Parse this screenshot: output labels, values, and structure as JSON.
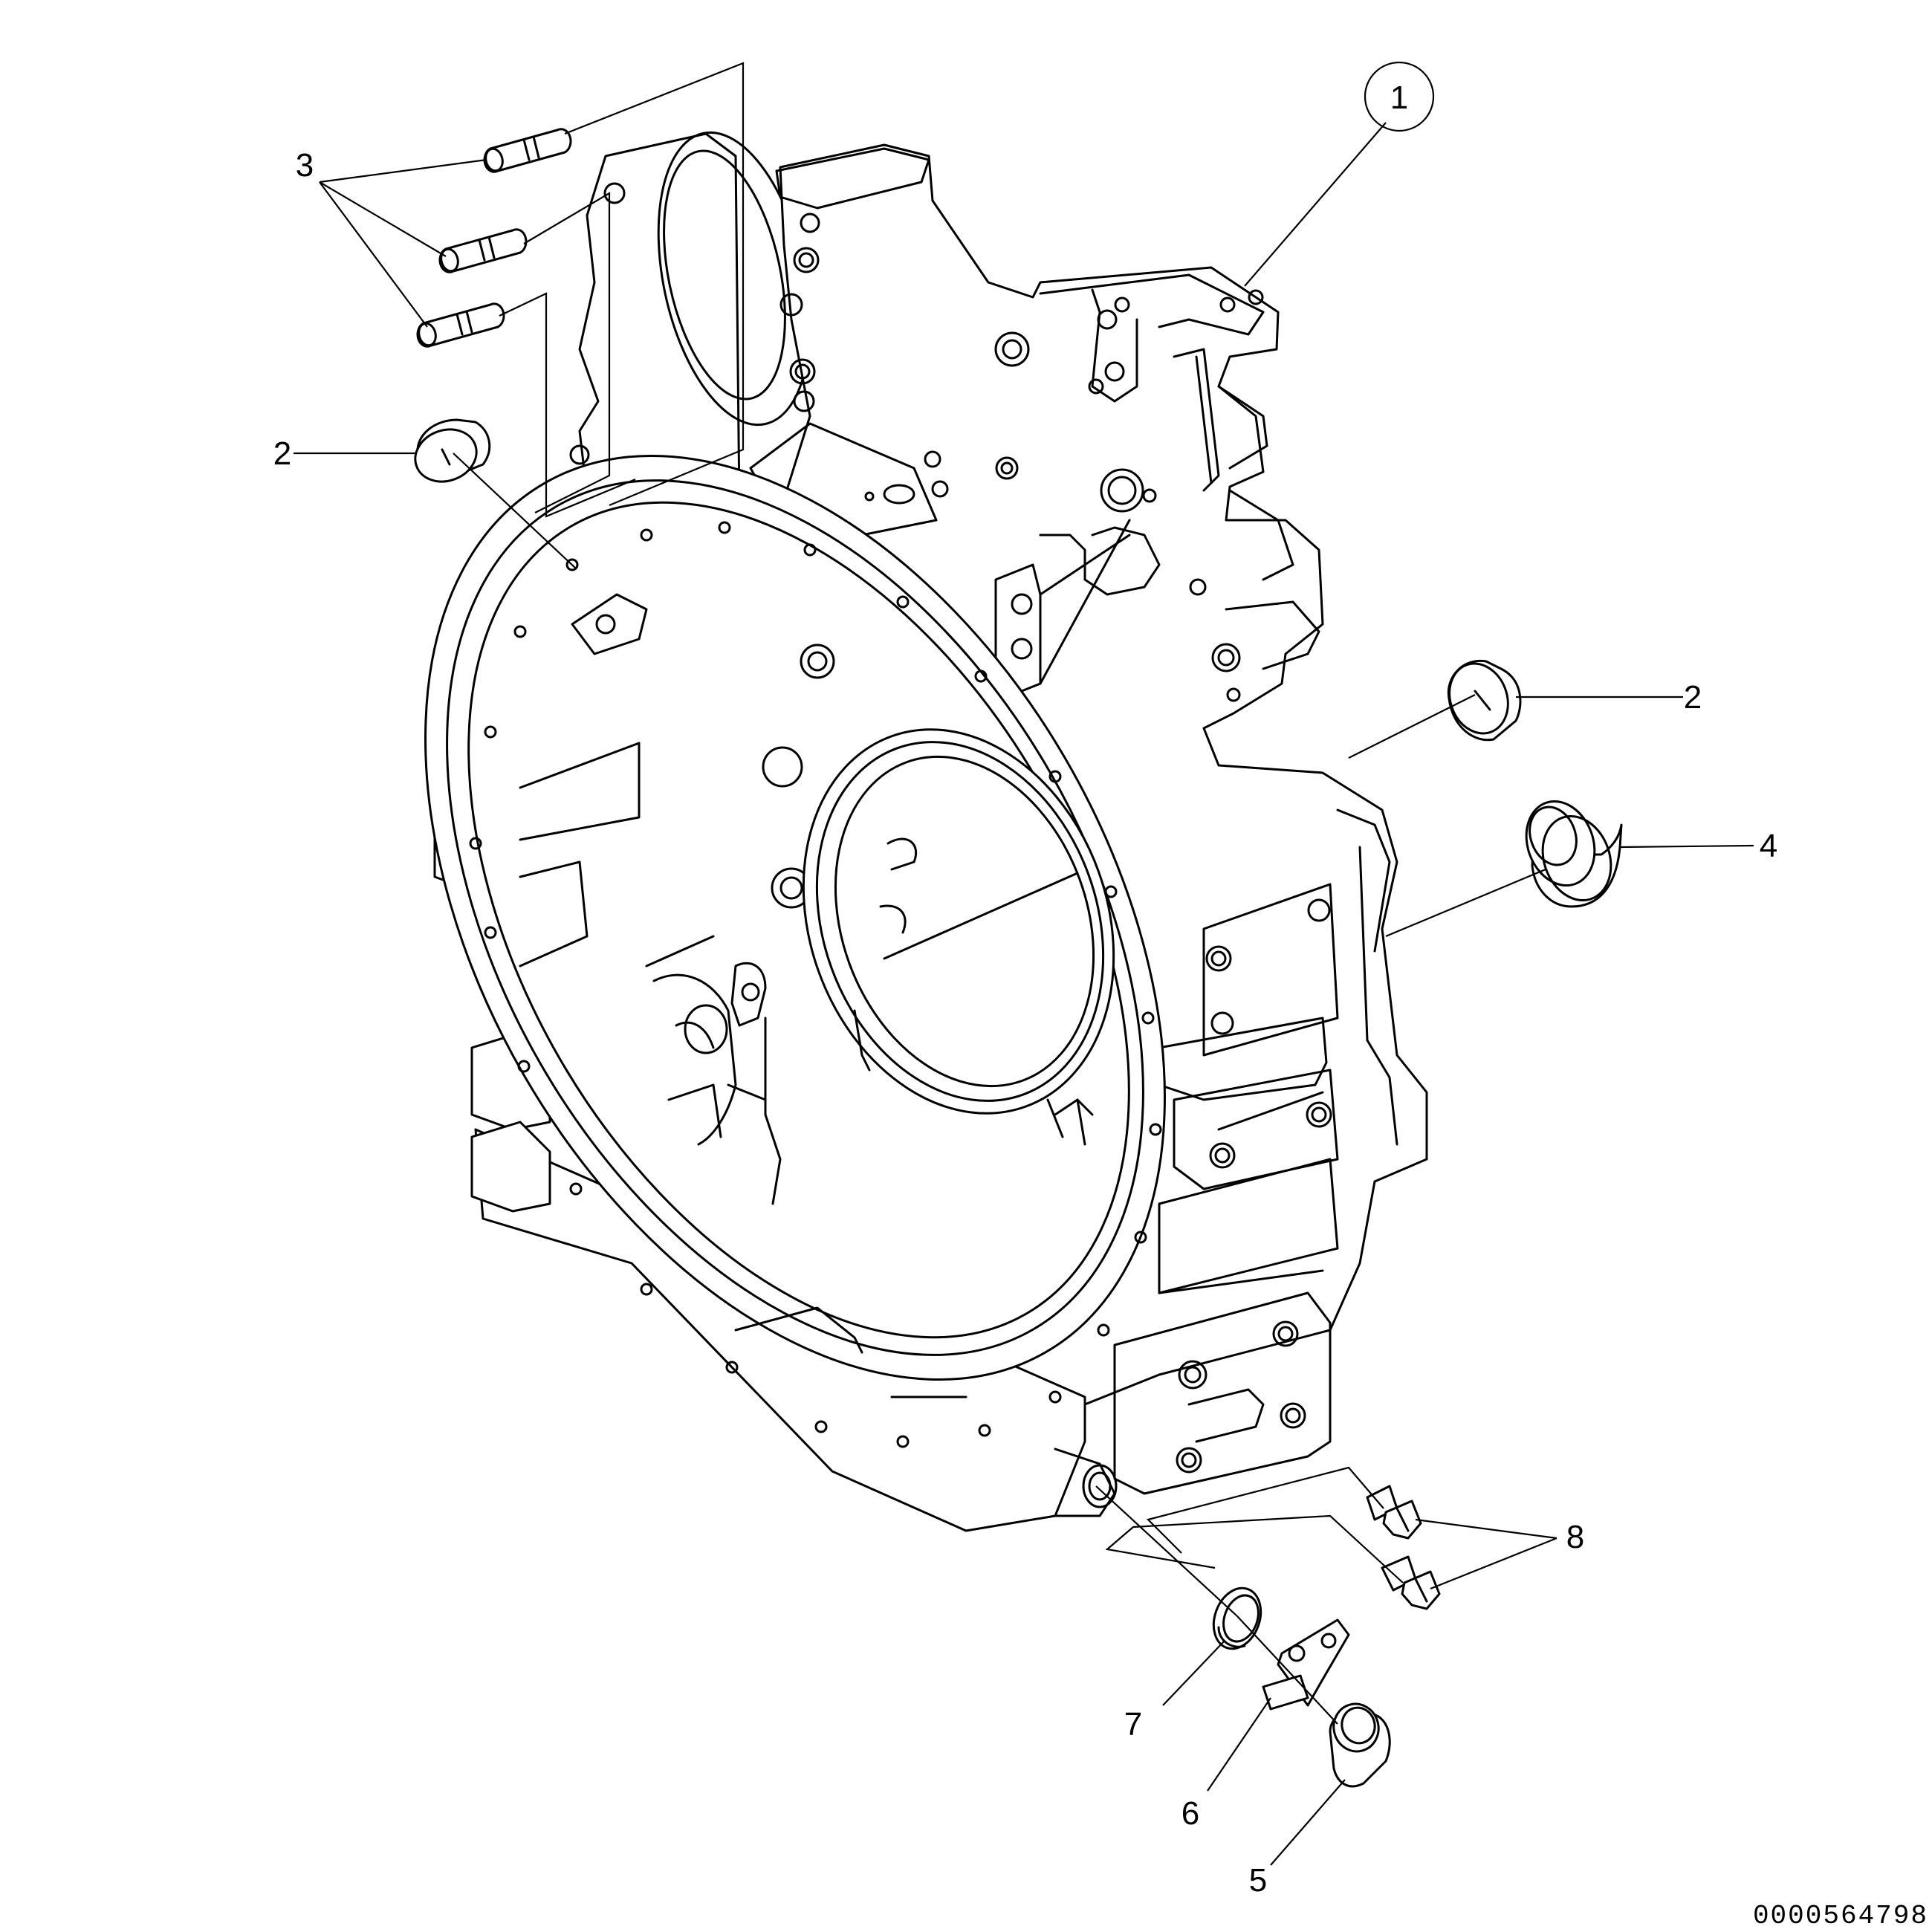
{
  "callouts": {
    "housing": "1",
    "plug_left": "2",
    "plug_right": "2",
    "dowel_pins": "3",
    "plug_large": "4",
    "plug_bottom": "5",
    "plate": "6",
    "seal_ring": "7",
    "bolts": "8"
  },
  "reference_number": "0000564798"
}
